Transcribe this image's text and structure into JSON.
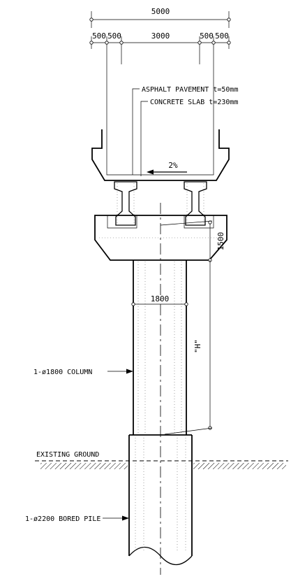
{
  "dimensions": {
    "overall_width": "5000",
    "left_parapet": "500",
    "left_offset": "500",
    "carriageway": "3000",
    "right_offset": "500",
    "right_parapet": "500",
    "pier_cap_depth": "1500",
    "column_diameter": "1800",
    "column_height": "\"H\""
  },
  "labels": {
    "asphalt": "ASPHALT PAVEMENT t=50mm",
    "slab": "CONCRETE SLAB t=230mm",
    "cross_fall": "2%",
    "column": "1-ø1800 COLUMN",
    "ground": "EXISTING GROUND",
    "pile": "1-ø2200 BORED PILE"
  }
}
